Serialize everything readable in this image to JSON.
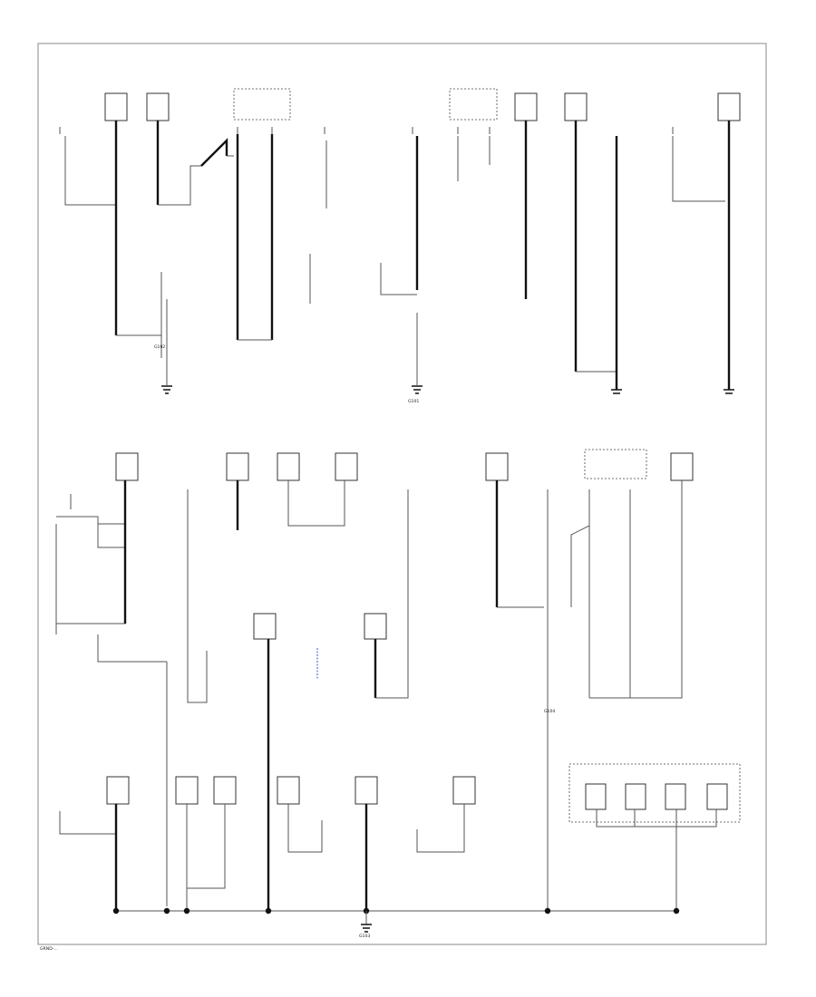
{
  "diagram": {
    "ground_labels": [
      "G101",
      "G102",
      "G103",
      "G104"
    ],
    "page_code": "GRND-..."
  }
}
